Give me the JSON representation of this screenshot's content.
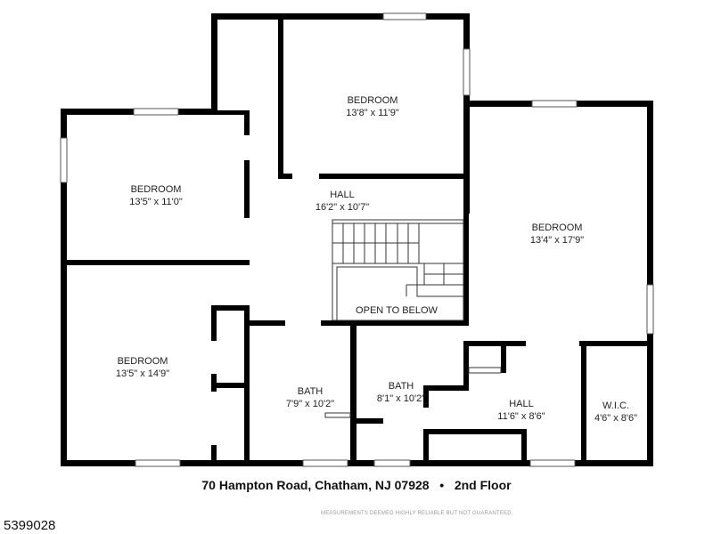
{
  "rooms": [
    {
      "name": "BEDROOM",
      "size": "13'8\" x 11'9\""
    },
    {
      "name": "BEDROOM",
      "size": "13'5\" x 11'0\""
    },
    {
      "name": "HALL",
      "size": "16'2\" x 10'7\""
    },
    {
      "name": "BEDROOM",
      "size": "13'4\" x 17'9\""
    },
    {
      "name": "BEDROOM",
      "size": "13'5\" x 14'9\""
    },
    {
      "name": "BATH",
      "size": "7'9\" x 10'2\""
    },
    {
      "name": "BATH",
      "size": "8'1\" x 10'2\""
    },
    {
      "name": "HALL",
      "size": "11'6\" x 8'6\""
    },
    {
      "name": "W.I.C.",
      "size": "4'6\" x 8'6\""
    }
  ],
  "open_label": "OPEN TO BELOW",
  "footer": {
    "address": "70 Hampton Road, Chatham, NJ 07928",
    "separator": "•",
    "floor": "2nd Floor",
    "disclaimer": "MEASUREMENTS DEEMED HIGHLY RELIABLE BUT NOT GUARANTEED."
  },
  "listing_id": "5399028",
  "colors": {
    "wall": "#000000",
    "line": "#333333"
  }
}
